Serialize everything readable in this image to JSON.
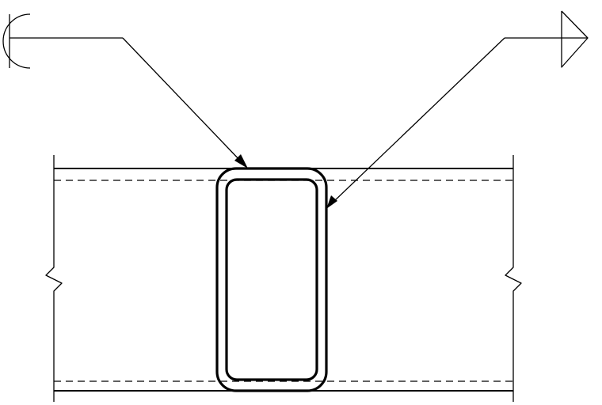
{
  "drawing": {
    "kind": "weld-detail",
    "stroke_color": "#000000",
    "background_color": "#ffffff",
    "weld_symbols": [
      {
        "side": "left",
        "symbol": "flare-bevel-weld-symbol"
      },
      {
        "side": "right",
        "symbol": "fillet-weld-symbol"
      }
    ],
    "members": {
      "horizontal": "beam-with-break-lines",
      "vertical": "rectangular-hollow-section"
    }
  }
}
